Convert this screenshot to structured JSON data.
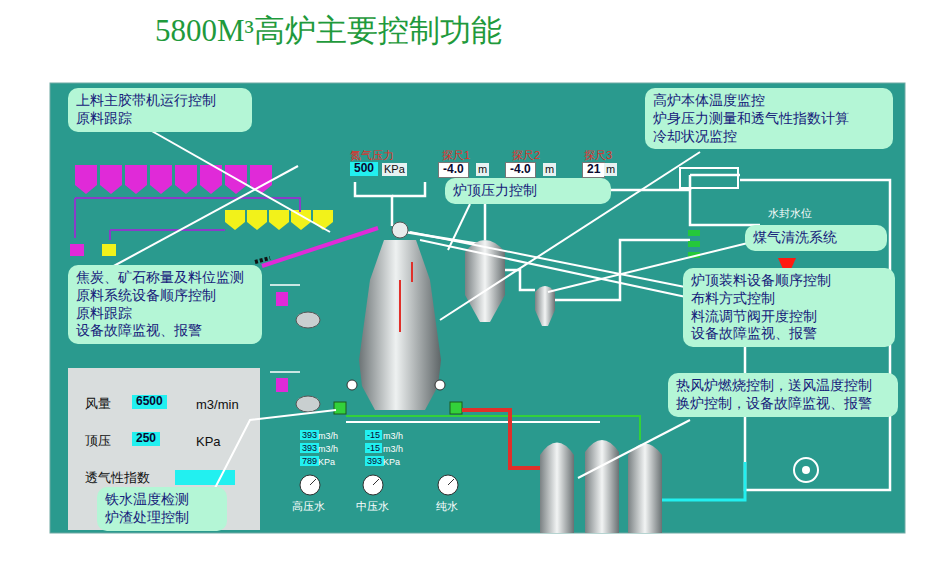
{
  "diagram": {
    "title": "5800M³高炉主要控制功能",
    "nodes": [
      {
        "text": [
          "上料主胶带机运行控制",
          "原料跟踪"
        ]
      },
      {
        "text": [
          "高炉本体温度监控",
          "炉身压力测量和透气性指数计算",
          "冷却状况监控"
        ]
      },
      {
        "text": [
          "炉顶压力控制"
        ]
      },
      {
        "text": [
          "煤气清洗系统"
        ]
      },
      {
        "text": [
          "焦炭、矿石称量及料位监测",
          "原料系统设备顺序控制",
          "原料跟踪",
          "设备故障监视、报警"
        ]
      },
      {
        "text": [
          "炉顶装料设备顺序控制",
          "布料方式控制",
          "料流调节阀开度控制",
          "设备故障监视、报警"
        ]
      },
      {
        "text": [
          "热风炉燃烧控制，送风温度控制",
          "换炉控制，设备故障监视、报警"
        ]
      },
      {
        "text": [
          "铁水温度检测",
          "炉渣处理控制"
        ]
      }
    ],
    "labels": [
      "氮气压力",
      "500",
      "KPa",
      "探尺1",
      "-4.0",
      "m",
      "探尺2",
      "-4.0",
      "m",
      "探尺3",
      "21",
      "m",
      "水封水位",
      "风量",
      "6500",
      "m3/min",
      "顶压",
      "250",
      "KPa",
      "透气性指数",
      "393",
      "m3/h",
      "393",
      "m3/h",
      "789",
      "KPa",
      "-15",
      "m3/h",
      "-15",
      "m3/h",
      "393",
      "KPa",
      "高压水",
      "中压水",
      "纯水"
    ]
  }
}
